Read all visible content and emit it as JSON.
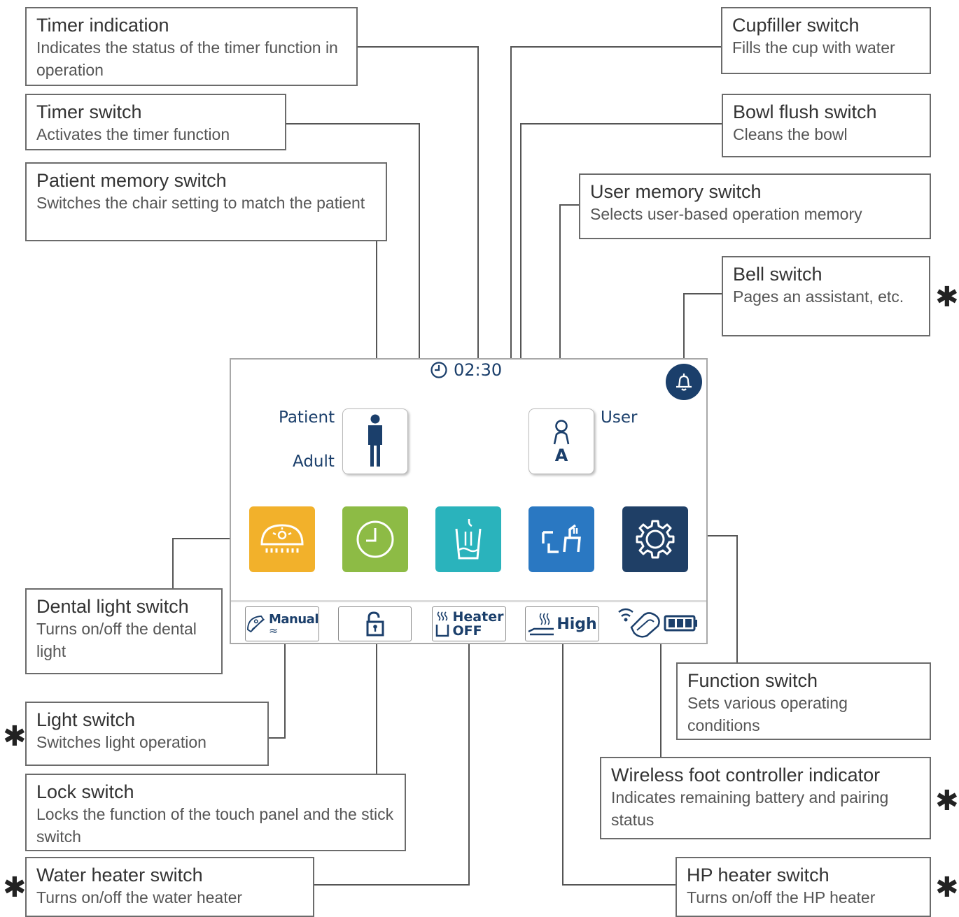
{
  "callouts": {
    "timer_indication": {
      "title": "Timer indication",
      "desc": "Indicates the status of the timer function in operation"
    },
    "timer_switch": {
      "title": "Timer switch",
      "desc": "Activates the timer function"
    },
    "patient_memory": {
      "title": "Patient memory switch",
      "desc": "Switches the chair setting to match the patient"
    },
    "cupfiller": {
      "title": "Cupfiller switch",
      "desc": "Fills the cup with water"
    },
    "bowl_flush": {
      "title": "Bowl flush switch",
      "desc": "Cleans the bowl"
    },
    "user_memory": {
      "title": "User memory switch",
      "desc": "Selects user-based operation memory"
    },
    "bell": {
      "title": "Bell switch",
      "desc": "Pages an assistant, etc."
    },
    "dental_light": {
      "title": "Dental light switch",
      "desc": "Turns on/off the dental light"
    },
    "light": {
      "title": "Light switch",
      "desc": "Switches light operation"
    },
    "lock": {
      "title": "Lock switch",
      "desc": "Locks the function of the touch panel and the stick switch"
    },
    "water_heater": {
      "title": "Water heater switch",
      "desc": "Turns on/off the water heater"
    },
    "function": {
      "title": "Function switch",
      "desc": "Sets various operating conditions"
    },
    "wireless_foot": {
      "title": "Wireless foot controller indicator",
      "desc": "Indicates remaining battery and pairing status"
    },
    "hp_heater": {
      "title": "HP heater switch",
      "desc": "Turns on/off the HP heater"
    }
  },
  "asterisk": "✱",
  "panel": {
    "timer": "02:30",
    "patient_label": "Patient",
    "patient_value": "Adult",
    "user_label": "User",
    "user_value": "A",
    "light_mode": "Manual",
    "heater_label": "Heater",
    "heater_state": "OFF",
    "hp_state": "High"
  },
  "colors": {
    "navy": "#1b3f6b",
    "dental_light_btn": "#f2b12b",
    "timer_btn": "#8dbb45",
    "cupfiller_btn": "#2ab3bc",
    "bowl_flush_btn": "#2a78c2",
    "function_btn": "#1f3f66"
  },
  "icons": {
    "patient": "person-icon",
    "user": "user-icon",
    "bell": "bell-icon",
    "dental_light": "dental-light-icon",
    "timer": "clock-icon",
    "cupfiller": "cup-icon",
    "bowl_flush": "bowl-flush-icon",
    "function": "gear-icon",
    "light": "light-mode-icon",
    "lock": "unlock-icon",
    "heater": "water-heater-icon",
    "hp_heater": "handpiece-heater-icon",
    "wireless": "wireless-foot-controller-icon",
    "battery": "battery-icon"
  }
}
